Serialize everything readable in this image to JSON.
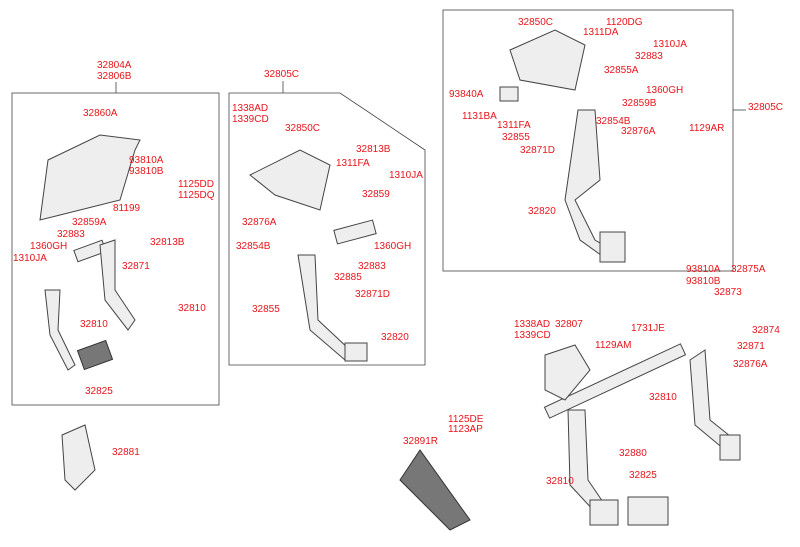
{
  "colors": {
    "callout": "#e8141c",
    "line": "#444444",
    "part_fill": "#eeeeee"
  },
  "left_assembly": {
    "parts": [
      "32804A",
      "32806B",
      "32860A",
      "93810A",
      "93810B",
      "1125DD",
      "1125DQ",
      "81199",
      "32859A",
      "32883",
      "1360GH",
      "1310JA",
      "32813B",
      "32871",
      "32810",
      "32810",
      "32825"
    ]
  },
  "bracket": {
    "part": "32881"
  },
  "middle_assembly": {
    "parts": [
      "32805C",
      "1338AD",
      "1339CD",
      "32850C",
      "32813B",
      "1311FA",
      "32859",
      "1310JA",
      "32876A",
      "32854B",
      "1360GH",
      "32885",
      "32883",
      "32871D",
      "32855",
      "32820"
    ]
  },
  "right_assembly": {
    "parts": [
      "32850C",
      "1120DG",
      "1311DA",
      "1310JA",
      "32883",
      "32855A",
      "1360GH",
      "93840A",
      "32859B",
      "1131BA",
      "32854B",
      "1311FA",
      "32876A",
      "1129AR",
      "32855",
      "32871D",
      "32805C",
      "32820"
    ]
  },
  "bottom_assembly": {
    "parts": [
      "93810A",
      "93810B",
      "32875A",
      "32873",
      "32874",
      "1338AD",
      "1339CD",
      "32807",
      "1731JE",
      "1129AM",
      "32871",
      "32876A",
      "32810",
      "32880",
      "32810",
      "32825",
      "1125DE",
      "1123AP",
      "32891R"
    ]
  }
}
